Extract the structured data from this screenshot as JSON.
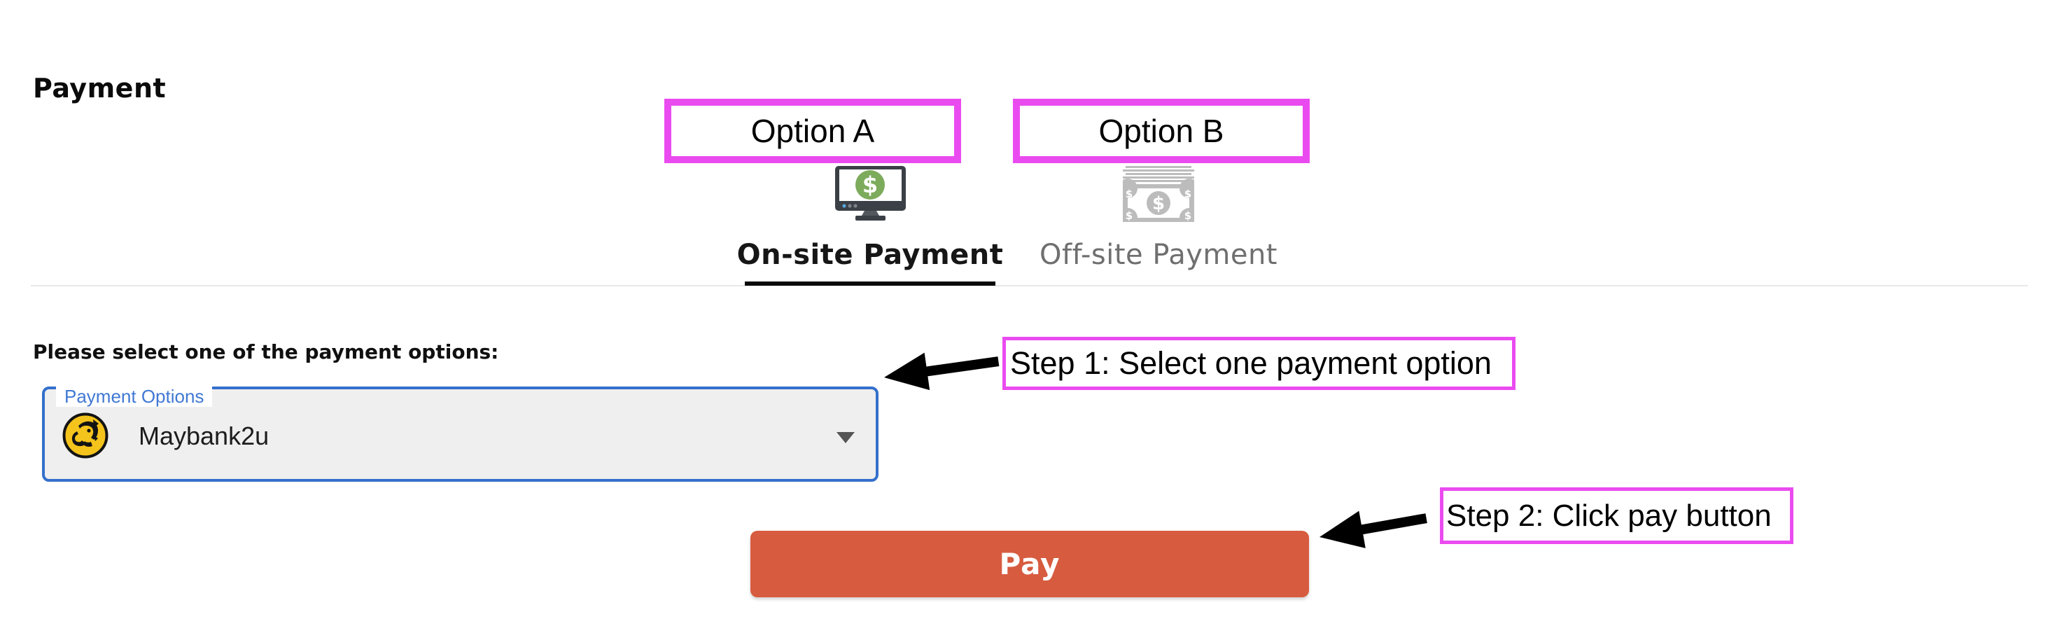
{
  "page": {
    "title": "Payment"
  },
  "annotations": {
    "option_a": "Option A",
    "option_b": "Option B",
    "step1": "Step 1: Select one payment option",
    "step2": "Step 2: Click pay button",
    "highlight_color": "#ea4bf0",
    "arrow_color": "#000000"
  },
  "tabs": [
    {
      "label": "On-site Payment",
      "icon": "monitor-dollar-icon",
      "active": true
    },
    {
      "label": "Off-site Payment",
      "icon": "banknotes-icon",
      "active": false
    }
  ],
  "form": {
    "prompt": "Please select one of the payment options:",
    "select_label": "Payment Options",
    "selected_option": {
      "label": "Maybank2u",
      "icon": "maybank-tiger-icon"
    },
    "caret_icon": "caret-down-icon",
    "pay_button_label": "Pay"
  },
  "colors": {
    "select_border_blue": "#3470cc",
    "select_label_blue": "#4078d4",
    "select_fill": "#efefef",
    "pay_button": "#d75b3f",
    "active_tab_text": "#161616",
    "inactive_tab_text": "#6f6f6f",
    "monitor_green": "#7dab5c",
    "banknote_gray": "#bcbcbc",
    "maybank_yellow": "#f5c41c",
    "divider": "#e7e7e7"
  }
}
